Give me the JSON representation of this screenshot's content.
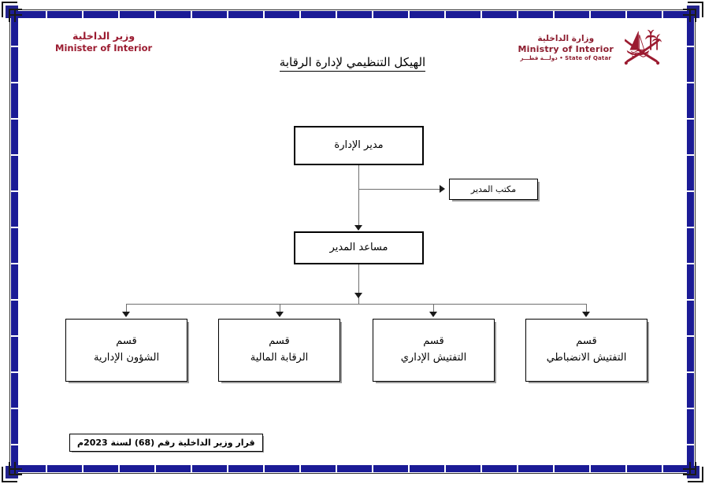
{
  "header": {
    "left": {
      "arabic": "وزير الداخلية",
      "english": "Minister of Interior",
      "color": "#9b1b30"
    },
    "right": {
      "arabic": "وزارة الداخلية",
      "english": "Ministry of Interior",
      "subtitle": "دولـــة قطـــر • State of Qatar",
      "emblem_name": "qatar-moi-emblem",
      "color": "#8c1c2e"
    }
  },
  "title": "الهيكل التنظيمي لإدارة الرقابة",
  "chart_data": {
    "type": "diagram",
    "title": "الهيكل التنظيمي لإدارة الرقابة",
    "nodes": [
      {
        "id": "director",
        "label_line1": "مدير الإدارة",
        "label_line2": "",
        "level": 0
      },
      {
        "id": "office",
        "label_line1": "مكتب المدير",
        "label_line2": "",
        "level": 0
      },
      {
        "id": "assistant",
        "label_line1": "مساعد المدير",
        "label_line2": "",
        "level": 1
      },
      {
        "id": "dept-admin-affairs",
        "label_line1": "قسم",
        "label_line2": "الشؤون الإدارية",
        "level": 2
      },
      {
        "id": "dept-financial-control",
        "label_line1": "قسم",
        "label_line2": "الرقابة المالية",
        "level": 2
      },
      {
        "id": "dept-admin-inspection",
        "label_line1": "قسم",
        "label_line2": "التفتيش الإداري",
        "level": 2
      },
      {
        "id": "dept-disciplinary-inspection",
        "label_line1": "قسم",
        "label_line2": "التفتيش الانضباطي",
        "level": 2
      }
    ],
    "edges": [
      {
        "from": "director",
        "to": "office",
        "style": "arrow-right"
      },
      {
        "from": "director",
        "to": "assistant",
        "style": "arrow-down"
      },
      {
        "from": "assistant",
        "to": "dept-admin-affairs",
        "style": "arrow-down"
      },
      {
        "from": "assistant",
        "to": "dept-financial-control",
        "style": "arrow-down"
      },
      {
        "from": "assistant",
        "to": "dept-admin-inspection",
        "style": "arrow-down"
      },
      {
        "from": "assistant",
        "to": "dept-disciplinary-inspection",
        "style": "arrow-down"
      }
    ]
  },
  "footer": {
    "text": "قرار وزير الداخلية رقم (68) لسنة 2023م"
  },
  "theme": {
    "border_color": "#1b1b96",
    "box_border": "#000000",
    "connector": "#6f6f6f",
    "background": "#ffffff"
  }
}
